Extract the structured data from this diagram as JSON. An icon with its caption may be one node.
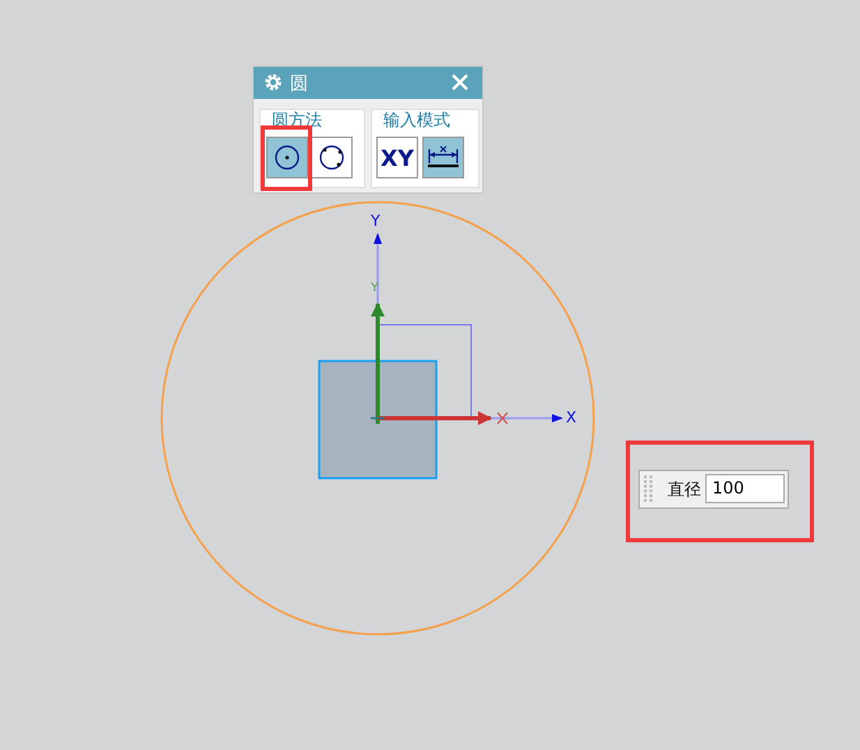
{
  "diagram": {
    "labels": [
      "圆",
      "圆方法",
      "输入模式",
      "XY",
      "Y",
      "Y",
      "X",
      "直径",
      "100"
    ]
  }
}
